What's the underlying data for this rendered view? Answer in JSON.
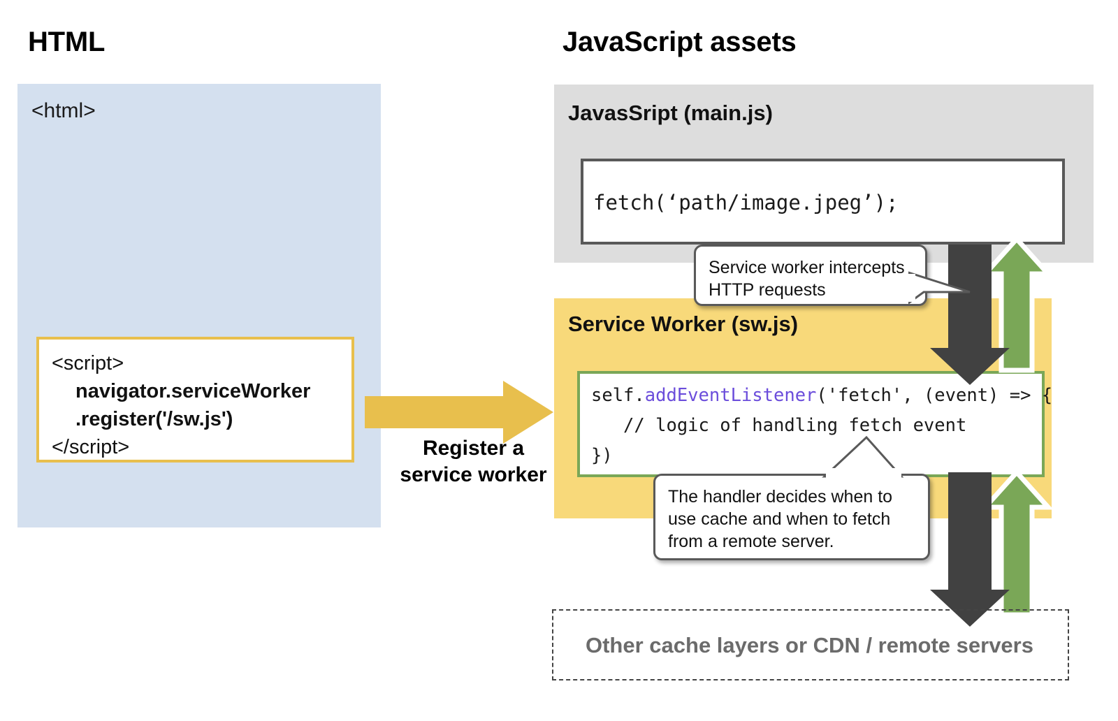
{
  "headings": {
    "html": "HTML",
    "javascript_assets": "JavaScript assets"
  },
  "html_panel": {
    "tag": "<html>",
    "bg_color": "#d4e0ef",
    "script_box": {
      "border_color": "#e8bf4d",
      "lines": [
        "<script>",
        "navigator.serviceWorker",
        ".register('/sw.js')",
        "</script>"
      ]
    }
  },
  "register_flow": {
    "label": "Register a\nservice worker",
    "arrow_color": "#e8bf4d",
    "arrow_icon": "right-arrow-icon"
  },
  "mainjs_panel": {
    "label": "JavasSript (main.js)",
    "bg_color": "#dddddd",
    "code_box": {
      "border_color": "#595959",
      "code": "fetch(‘path/image.jpeg’);"
    }
  },
  "sw_panel": {
    "label": "Service Worker (sw.js)",
    "bg_color": "#f8d97a",
    "code_box": {
      "border_color": "#7aa757",
      "line1_prefix": "self.",
      "line1_fn": "addEventListener",
      "line1_suffix": "('fetch', (event) => {",
      "line2": "   // logic of handling fetch event",
      "line3": "})"
    }
  },
  "remote_panel": {
    "label": "Other cache layers or CDN / remote servers",
    "border_style": "dashed",
    "text_color": "#6b6b6b"
  },
  "callouts": [
    {
      "id": "intercept",
      "text": "Service worker intercepts\nHTTP requests"
    },
    {
      "id": "handler",
      "text": "The handler decides when to\nuse cache and when to fetch\nfrom a remote server."
    }
  ],
  "arrows": {
    "request_down_color": "#414141",
    "response_up_color": "#7aa757",
    "request_icon": "down-arrow-icon",
    "response_icon": "up-arrow-icon"
  }
}
